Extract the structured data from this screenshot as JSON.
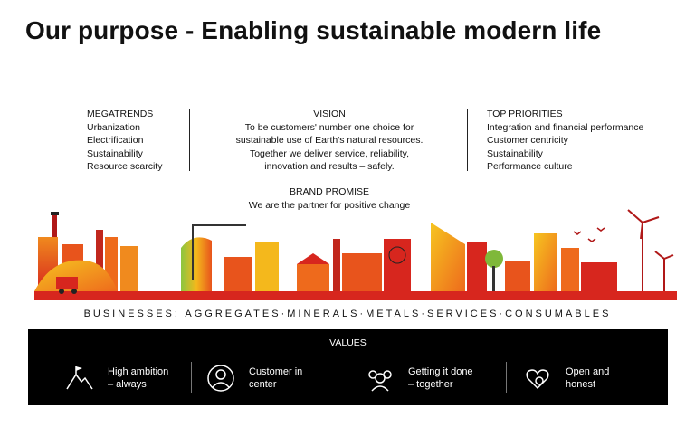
{
  "title": "Our purpose - Enabling sustainable modern life",
  "megatrends": {
    "heading": "MEGATRENDS",
    "items": [
      "Urbanization",
      "Electrification",
      "Sustainability",
      "Resource scarcity"
    ]
  },
  "vision": {
    "heading": "VISION",
    "lines": [
      "To be customers' number one choice for",
      "sustainable use of Earth's natural resources.",
      "Together we deliver service, reliability,",
      "innovation and results – safely."
    ]
  },
  "priorities": {
    "heading": "TOP PRIORITIES",
    "items": [
      "Integration and financial performance",
      "Customer centricity",
      "Sustainability",
      "Performance culture"
    ]
  },
  "brand_promise": {
    "heading": "BRAND PROMISE",
    "text": "We are the partner for positive change"
  },
  "businesses": "BUSINESSES: AGGREGATES·MINERALS·METALS·SERVICES·CONSUMABLES",
  "values": {
    "heading": "VALUES",
    "items": [
      {
        "line1": "High ambition",
        "line2": "– always",
        "icon": "mountain-flag-icon"
      },
      {
        "line1": "Customer in",
        "line2": "center",
        "icon": "person-target-icon"
      },
      {
        "line1": "Getting it done",
        "line2": "– together",
        "icon": "team-icon"
      },
      {
        "line1": "Open and",
        "line2": "honest",
        "icon": "heart-hand-icon"
      }
    ]
  },
  "colors": {
    "red": "#d7261e",
    "orange": "#ee6a1c",
    "yellow": "#f4b81c",
    "green": "#7fb83a",
    "dark_red": "#b01818",
    "black": "#000000"
  }
}
